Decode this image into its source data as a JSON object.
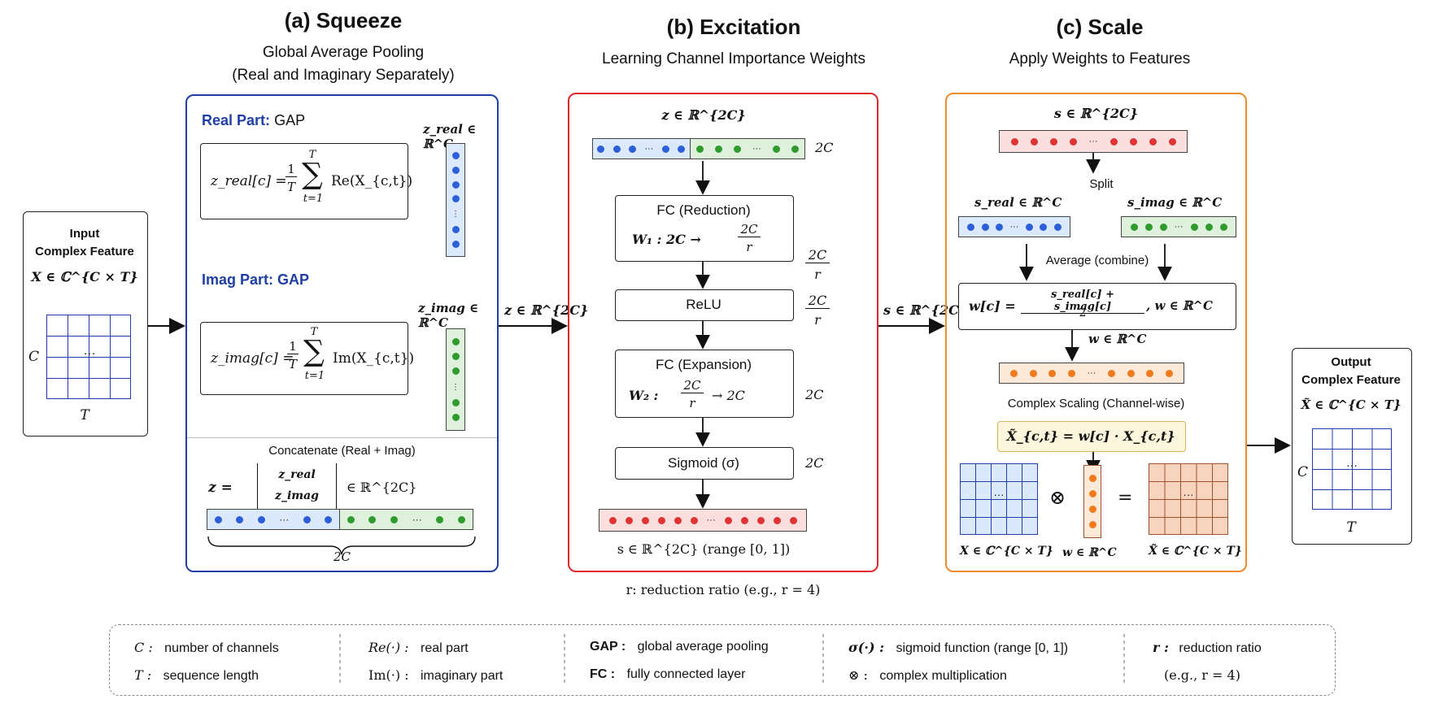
{
  "sections": {
    "squeeze": {
      "title": "(a) Squeeze",
      "sub1": "Global Average Pooling",
      "sub2": "(Real and Imaginary Separately)"
    },
    "excitation": {
      "title": "(b) Excitation",
      "sub": "Learning Channel Importance Weights"
    },
    "scale": {
      "title": "(c) Scale",
      "sub": "Apply Weights to Features"
    }
  },
  "input": {
    "title1": "Input",
    "title2": "Complex Feature",
    "formula": "X ∈ ℂ^{C × T}",
    "row_label": "C",
    "col_label": "T",
    "ellipsis": "···"
  },
  "output": {
    "title1": "Output",
    "title2": "Complex Feature",
    "formula": "X̃ ∈ ℂ^{C × T}",
    "row_label": "C",
    "col_label": "T",
    "ellipsis": "···"
  },
  "squeeze": {
    "real_head": "Real Part:",
    "real_gap": "GAP",
    "real_formula_lhs": "z_real[c] =",
    "real_formula_rhs": "Re(X_{c,t})",
    "real_vec_label": "z_real ∈ ℝ^C",
    "imag_head": "Imag Part:",
    "imag_gap": "GAP",
    "imag_formula_lhs": "z_imag[c] =",
    "imag_formula_rhs": "Im(X_{c,t})",
    "imag_vec_label": "z_imag ∈ ℝ^C",
    "concat_title": "Concatenate (Real + Imag)",
    "concat_lhs": "z =",
    "concat_top": "z_real",
    "concat_bottom": "z_imag",
    "concat_space": "∈ ℝ^{2C}",
    "concat_brace_label": "2C",
    "frac_num": "1",
    "frac_den": "T",
    "sum_top": "T",
    "sum_bottom": "t=1"
  },
  "arrows": {
    "z_label": "z ∈ ℝ^{2C}",
    "s_label": "s ∈ ℝ^{2C}"
  },
  "excitation": {
    "input_label": "z ∈ ℝ^{2C}",
    "input_dim": "2C",
    "fc1_title": "FC (Reduction)",
    "fc1_formula": "W₁ :  2C  →",
    "fc1_frac_num": "2C",
    "fc1_frac_den": "r",
    "fc1_dim_num": "2C",
    "fc1_dim_den": "r",
    "relu": "ReLU",
    "relu_dim_num": "2C",
    "relu_dim_den": "r",
    "fc2_title": "FC (Expansion)",
    "fc2_formula_pre": "W₂ :",
    "fc2_frac_num": "2C",
    "fc2_frac_den": "r",
    "fc2_formula_post": "→  2C",
    "fc2_dim": "2C",
    "sigmoid": "Sigmoid (σ)",
    "sigmoid_dim": "2C",
    "output_label": "s ∈ ℝ^{2C} (range [0, 1])",
    "reduction_note": "r: reduction ratio (e.g., r = 4)"
  },
  "scale": {
    "s_label": "s ∈ ℝ^{2C}",
    "split": "Split",
    "s_real_label": "s_real ∈ ℝ^C",
    "s_imag_label": "s_imag ∈ ℝ^C",
    "average": "Average (combine)",
    "w_formula_lhs": "w[c] =",
    "w_formula_num": "s_real[c] + s_imag[c]",
    "w_formula_den": "2",
    "w_formula_post": ",  w ∈ ℝ^C",
    "w_label": "w ∈ ℝ^C",
    "scaling_title": "Complex Scaling (Channel-wise)",
    "scaling_formula": "X̃_{c,t} = w[c] · X_{c,t}",
    "otimes": "⊗",
    "equals": "=",
    "x_label": "X ∈ ℂ^{C × T}",
    "w_vec_label": "w ∈ ℝ^C",
    "xt_label": "X̃ ∈ ℂ^{C × T}",
    "ellipsis": "···"
  },
  "legend": [
    {
      "sym": "C :",
      "desc": "number of channels"
    },
    {
      "sym": "T :",
      "desc": "sequence length"
    },
    {
      "sym": "Re(·) :",
      "desc": "real part"
    },
    {
      "sym": "Im(·) :",
      "desc": "imaginary part"
    },
    {
      "sym": "GAP :",
      "desc": "global average pooling"
    },
    {
      "sym": "FC   :",
      "desc": "fully connected layer"
    },
    {
      "sym": "σ(·) :",
      "desc": "sigmoid function (range [0, 1])"
    },
    {
      "sym": "⊗     :",
      "desc": "complex multiplication"
    },
    {
      "sym": "r :",
      "desc": "reduction ratio"
    },
    {
      "sym": "",
      "desc": "(e.g., r = 4)"
    }
  ],
  "colors": {
    "squeeze_border": "#1f3fa6",
    "excitation_border": "#e02a2a",
    "scale_border": "#f08a2a",
    "blue_dot": "#2d5fd8",
    "green_dot": "#2f9b2f",
    "red_dot": "#e03434",
    "orange_dot": "#f07a1c"
  },
  "dots_ellipsis": "···"
}
